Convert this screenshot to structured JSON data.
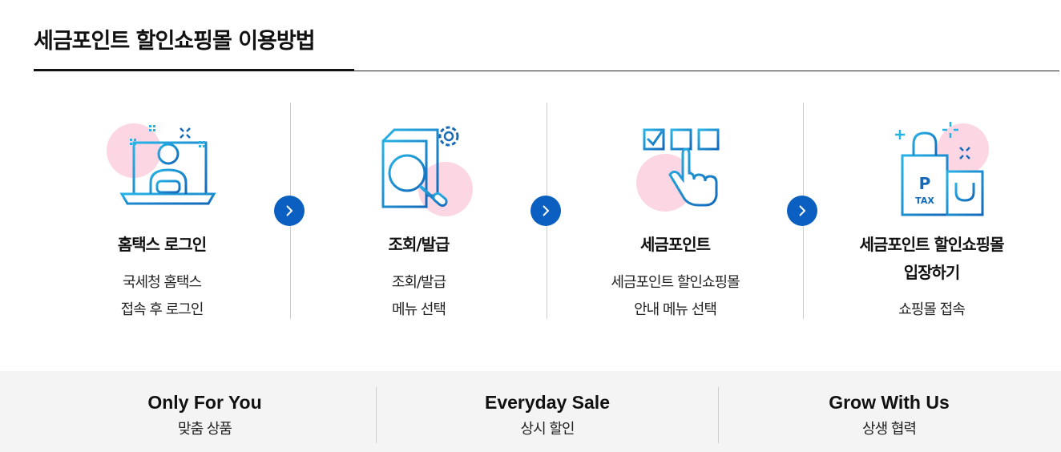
{
  "page_title": "세금포인트 할인쇼핑몰 이용방법",
  "steps": [
    {
      "icon": "laptop-user-icon",
      "title": "홈택스 로그인",
      "desc": [
        "국세청 홈택스",
        "접속 후 로그인"
      ]
    },
    {
      "icon": "document-search-icon",
      "title": "조회/발급",
      "desc": [
        "조회/발급",
        "메뉴 선택"
      ]
    },
    {
      "icon": "checkbox-hand-icon",
      "title": "세금포인트",
      "desc": [
        "세금포인트 할인쇼핑몰",
        "안내 메뉴 선택"
      ]
    },
    {
      "icon": "shopping-bag-icon",
      "title_lines": [
        "세금포인트 할인쇼핑몰",
        "입장하기"
      ],
      "desc": [
        "쇼핑몰 접속"
      ],
      "bag_labels": {
        "letter": "P",
        "text": "TAX"
      }
    }
  ],
  "arrow_icon": "chevron-right-icon",
  "features": [
    {
      "title": "Only For You",
      "subtitle": "맞춤 상품"
    },
    {
      "title": "Everyday Sale",
      "subtitle": "상시 할인"
    },
    {
      "title": "Grow With Us",
      "subtitle": "상생 협력"
    }
  ],
  "colors": {
    "accent_blue": "#0a5fc0",
    "icon_blue": "#1a9ad8",
    "pink_blob": "#fcd6e3",
    "bottom_bg": "#f4f4f4"
  }
}
